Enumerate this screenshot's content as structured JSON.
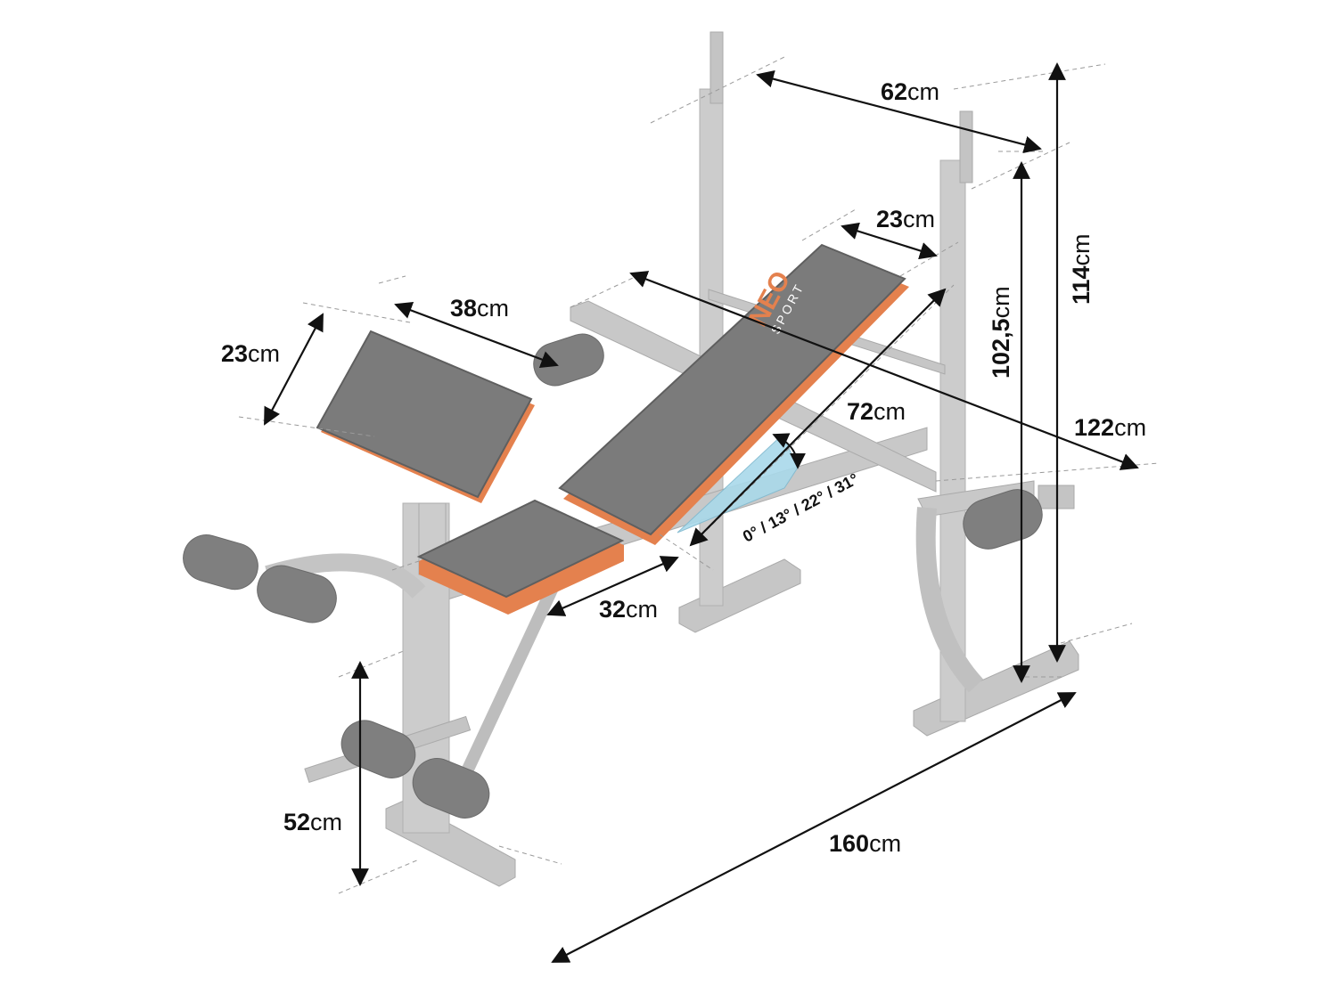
{
  "brand": {
    "name": "NEO",
    "sub": "SPORT"
  },
  "colors": {
    "frame": "#c8c8c8",
    "frame_dark": "#b3b3b3",
    "pad": "#7b7b7b",
    "pad_edge": "#e4814e",
    "angle_fill": "#a9d9ea",
    "line": "#111111",
    "guide": "#9a9a9a"
  },
  "unit": "cm",
  "dimensions": {
    "top_width": "62",
    "back_pad_width": "23",
    "preacher_pad_length": "38",
    "preacher_pad_width": "23",
    "back_pad_length": "72",
    "upright_height": "102,5",
    "max_height": "114",
    "total_width": "122",
    "seat_length": "32",
    "leg_height": "52",
    "total_length": "160"
  },
  "angle_positions": "0° / 13° / 22° / 31°"
}
